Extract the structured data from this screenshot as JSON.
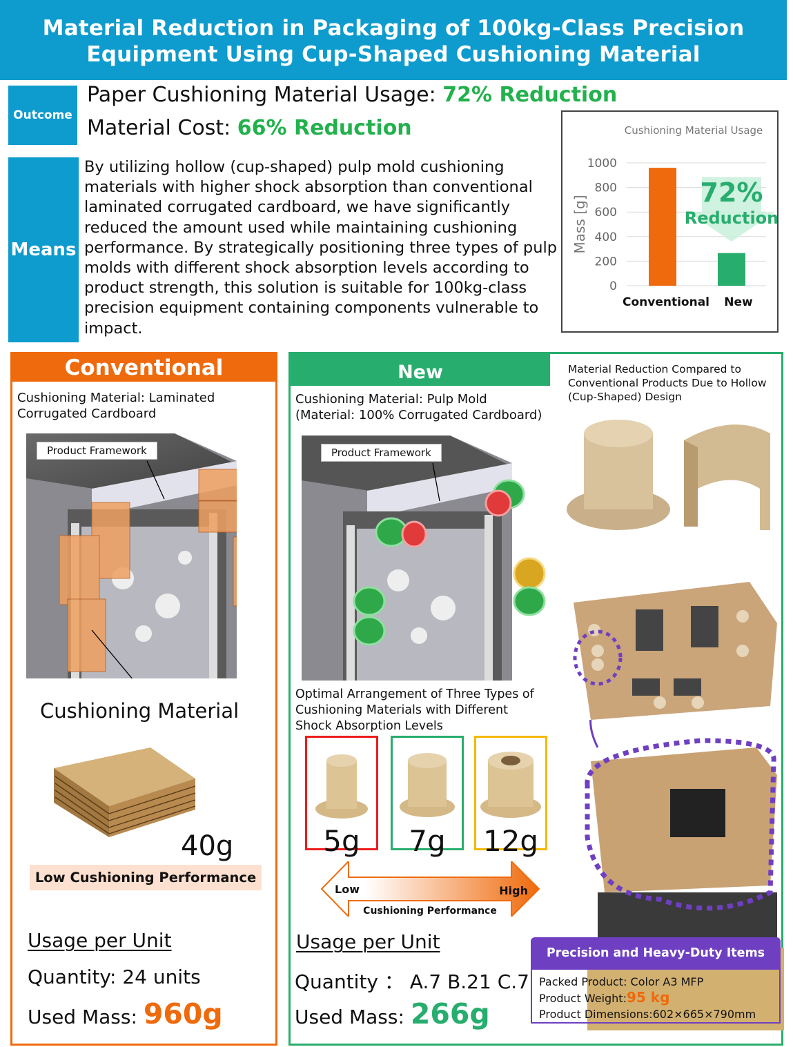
{
  "header": {
    "title_line1": "Material Reduction in Packaging of 100kg-Class Precision",
    "title_line2": "Equipment Using Cup-Shaped Cushioning Material"
  },
  "outcome": {
    "tag": "Outcome",
    "line1_label": "Paper Cushioning Material Usage: ",
    "line1_value": "72% Reduction",
    "line2_label": "Material Cost: ",
    "line2_value": "66% Reduction"
  },
  "means": {
    "tag": "Means",
    "text": "By utilizing hollow (cup-shaped) pulp mold cushioning materials with higher shock absorption than conventional laminated corrugated cardboard, we have significantly reduced the amount used while maintaining cushioning performance. By strategically positioning three types of pulp molds with different shock absorption levels according to product strength, this solution is suitable for 100kg-class precision equipment containing components vulnerable to impact."
  },
  "chart_data": {
    "type": "bar",
    "title": "Cushioning Material Usage",
    "categories": [
      "Conventional",
      "New"
    ],
    "values": [
      960,
      266
    ],
    "ylabel": "Mass [g]",
    "xlabel": "",
    "ylim": [
      0,
      1000
    ],
    "yticks": [
      "0",
      "200",
      "400",
      "600",
      "800",
      "1000"
    ],
    "grid": true,
    "bar_colors": [
      "#ef6a0c",
      "#27ad6d"
    ],
    "annotation": {
      "value": "72%",
      "label": "Reduction",
      "color": "#27ad6d"
    }
  },
  "conventional": {
    "header": "Conventional",
    "material_line1": "Cushioning Material: Laminated",
    "material_line2": "Corrugated Cardboard",
    "framework_label": "Product Framework",
    "cushion_label": "Cushioning Material",
    "piece_weight": "40g",
    "performance_badge": "Low Cushioning  Performance",
    "usage_title": "Usage per Unit",
    "quantity": "Quantity: 24 units",
    "mass_label": "Used Mass: ",
    "mass_value": "960g",
    "color": "#ef6a0c"
  },
  "new": {
    "header": "New",
    "material_line1": "Cushioning Material: Pulp Mold",
    "material_line2": "(Material: 100% Corrugated Cardboard)",
    "framework_label": "Product Framework",
    "reduction_caption_1": "Material Reduction Compared to",
    "reduction_caption_2": "Conventional Products Due to Hollow",
    "reduction_caption_3": "(Cup-Shaped) Design",
    "arrangement_1": "Optimal Arrangement of Three Types of",
    "arrangement_2": "Cushioning Materials with Different",
    "arrangement_3": "Shock Absorption Levels",
    "molds": [
      {
        "weight": "5g",
        "color": "#ee1c1c"
      },
      {
        "weight": "7g",
        "color": "#27ad6d"
      },
      {
        "weight": "12g",
        "color": "#f5b800"
      }
    ],
    "performance": {
      "low": "Low",
      "high": "High",
      "label": "Cushioning Performance"
    },
    "usage_title": "Usage per Unit",
    "quantity": "Quantity ： A.7  B.21 C.7",
    "mass_label": "Used Mass: ",
    "mass_value": "266g",
    "color": "#27ad6d"
  },
  "spec": {
    "header": "Precision and Heavy-Duty Items",
    "packed_product": "Packed Product: Color A3 MFP",
    "weight_label": "Product Weight:",
    "weight_value": "95 kg",
    "dimensions": "Product Dimensions:602×665×790mm",
    "color": "#6f3fc1"
  }
}
